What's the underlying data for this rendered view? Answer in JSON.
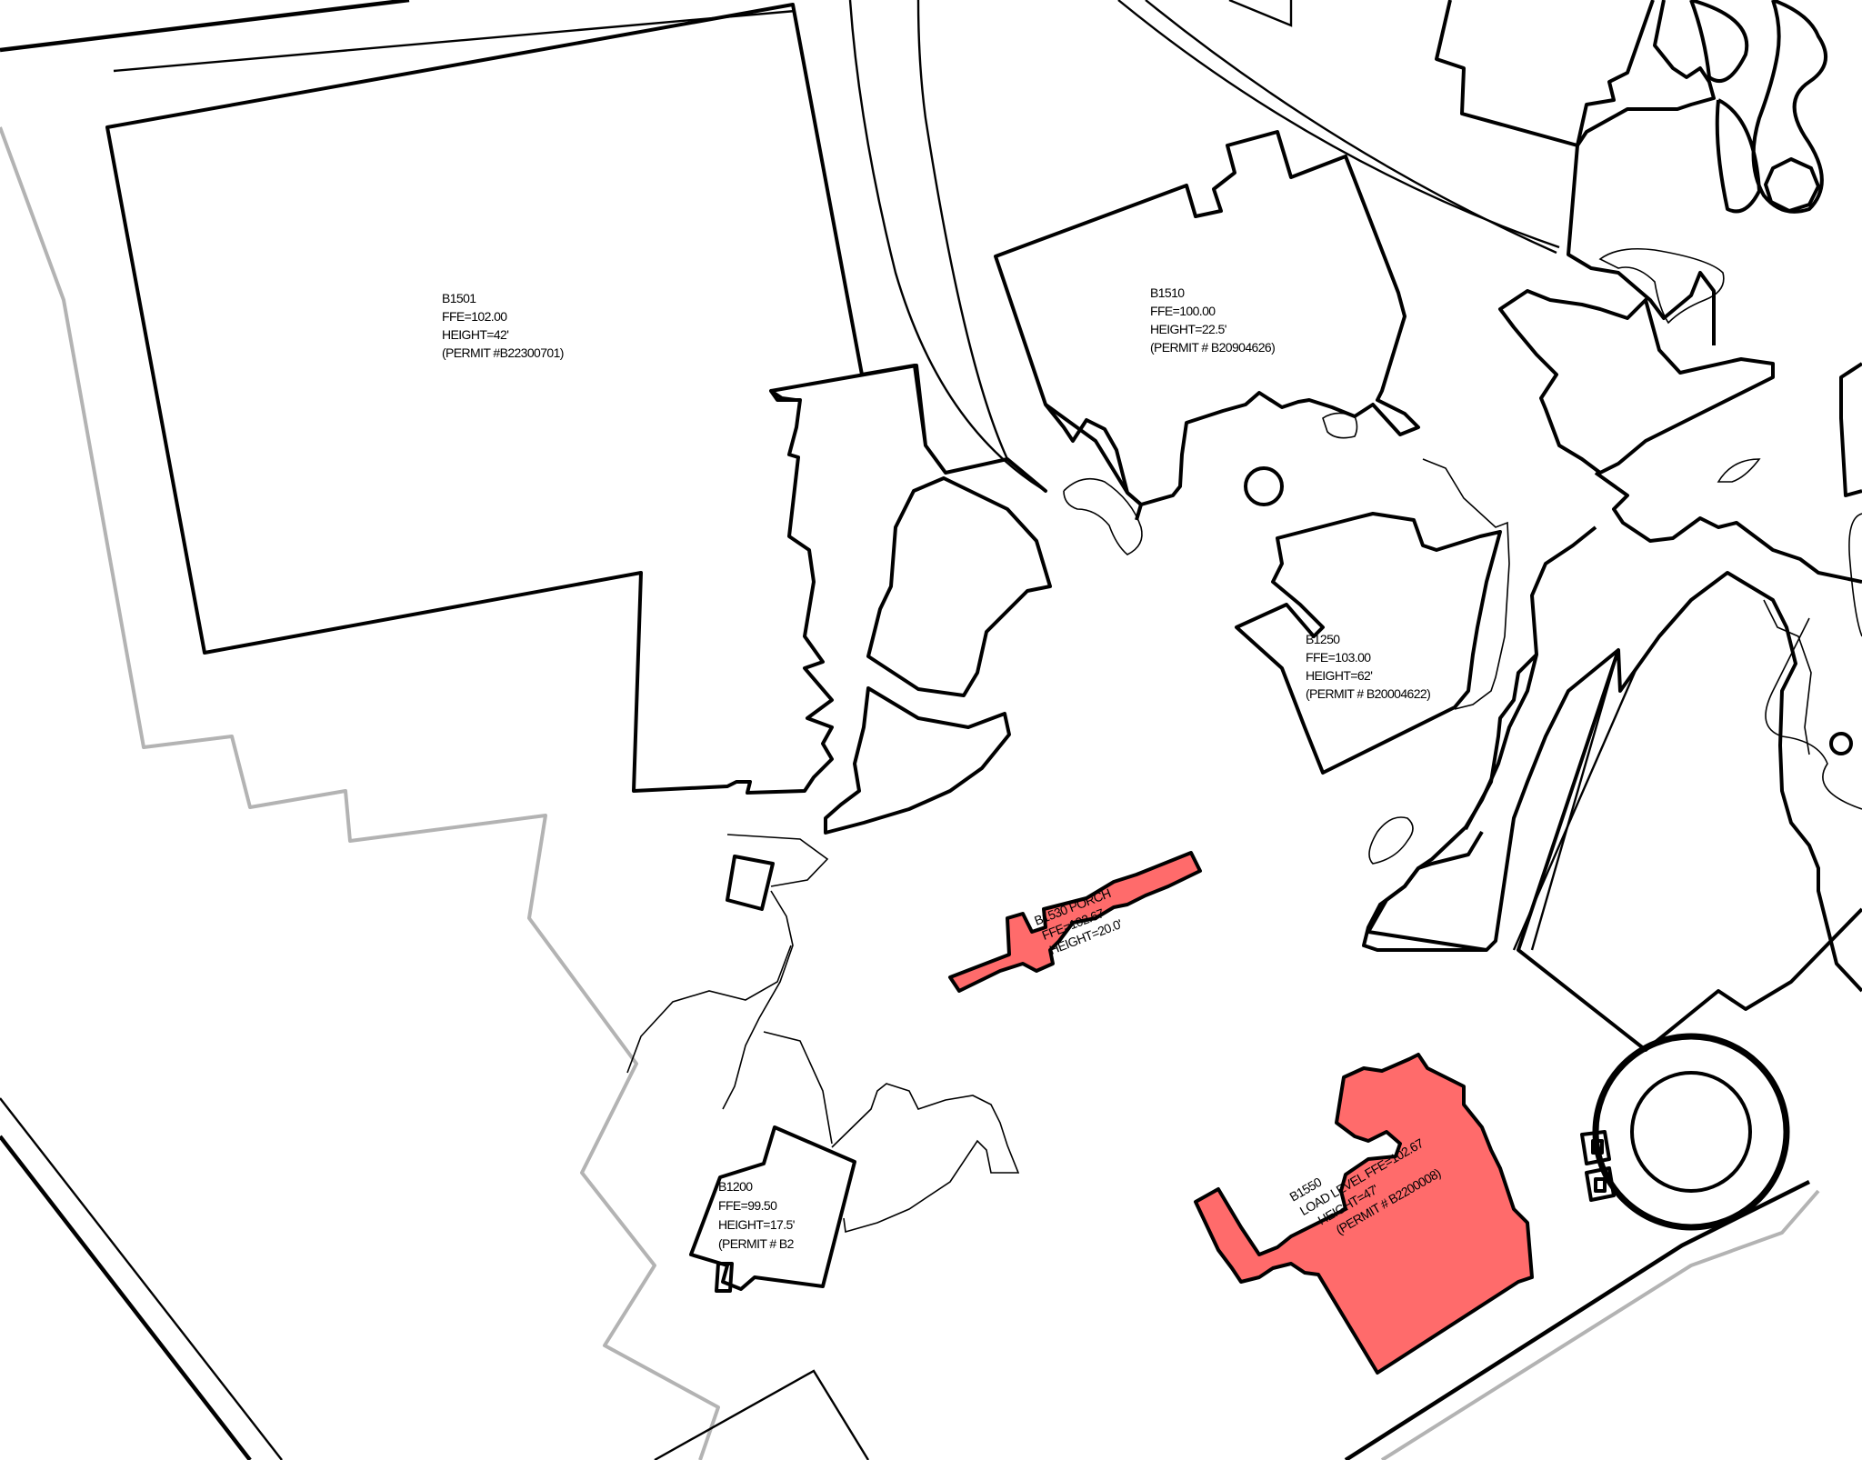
{
  "colors": {
    "highlight": "#ff6b6b",
    "boundary": "#b3b3b3",
    "linework": "#000000"
  },
  "buildings": [
    {
      "name": "B1501",
      "lines": [
        "B1501",
        "FFE=102.00",
        "HEIGHT=42'",
        "(PERMIT #B22300701)"
      ],
      "highlighted": false
    },
    {
      "name": "B1510",
      "lines": [
        "B1510",
        "FFE=100.00",
        "HEIGHT=22.5'",
        "(PERMIT # B20904626)"
      ],
      "highlighted": false
    },
    {
      "name": "B1250",
      "lines": [
        "B1250",
        "FFE=103.00",
        "HEIGHT=62'",
        "(PERMIT # B20004622)"
      ],
      "highlighted": false
    },
    {
      "name": "B1200",
      "lines": [
        "B1200",
        "FFE=99.50",
        "HEIGHT=17.5'",
        "(PERMIT # B2"
      ],
      "highlighted": false
    },
    {
      "name": "B1530",
      "lines": [
        "B1530 PORCH",
        "FFE=102.67",
        "HEIGHT=20.0'"
      ],
      "highlighted": true
    },
    {
      "name": "B1550",
      "lines": [
        "B1550",
        "LOAD LEVEL FFE=102.67",
        "HEIGHT=47'",
        "(PERMIT # B2200008)"
      ],
      "highlighted": true
    }
  ]
}
